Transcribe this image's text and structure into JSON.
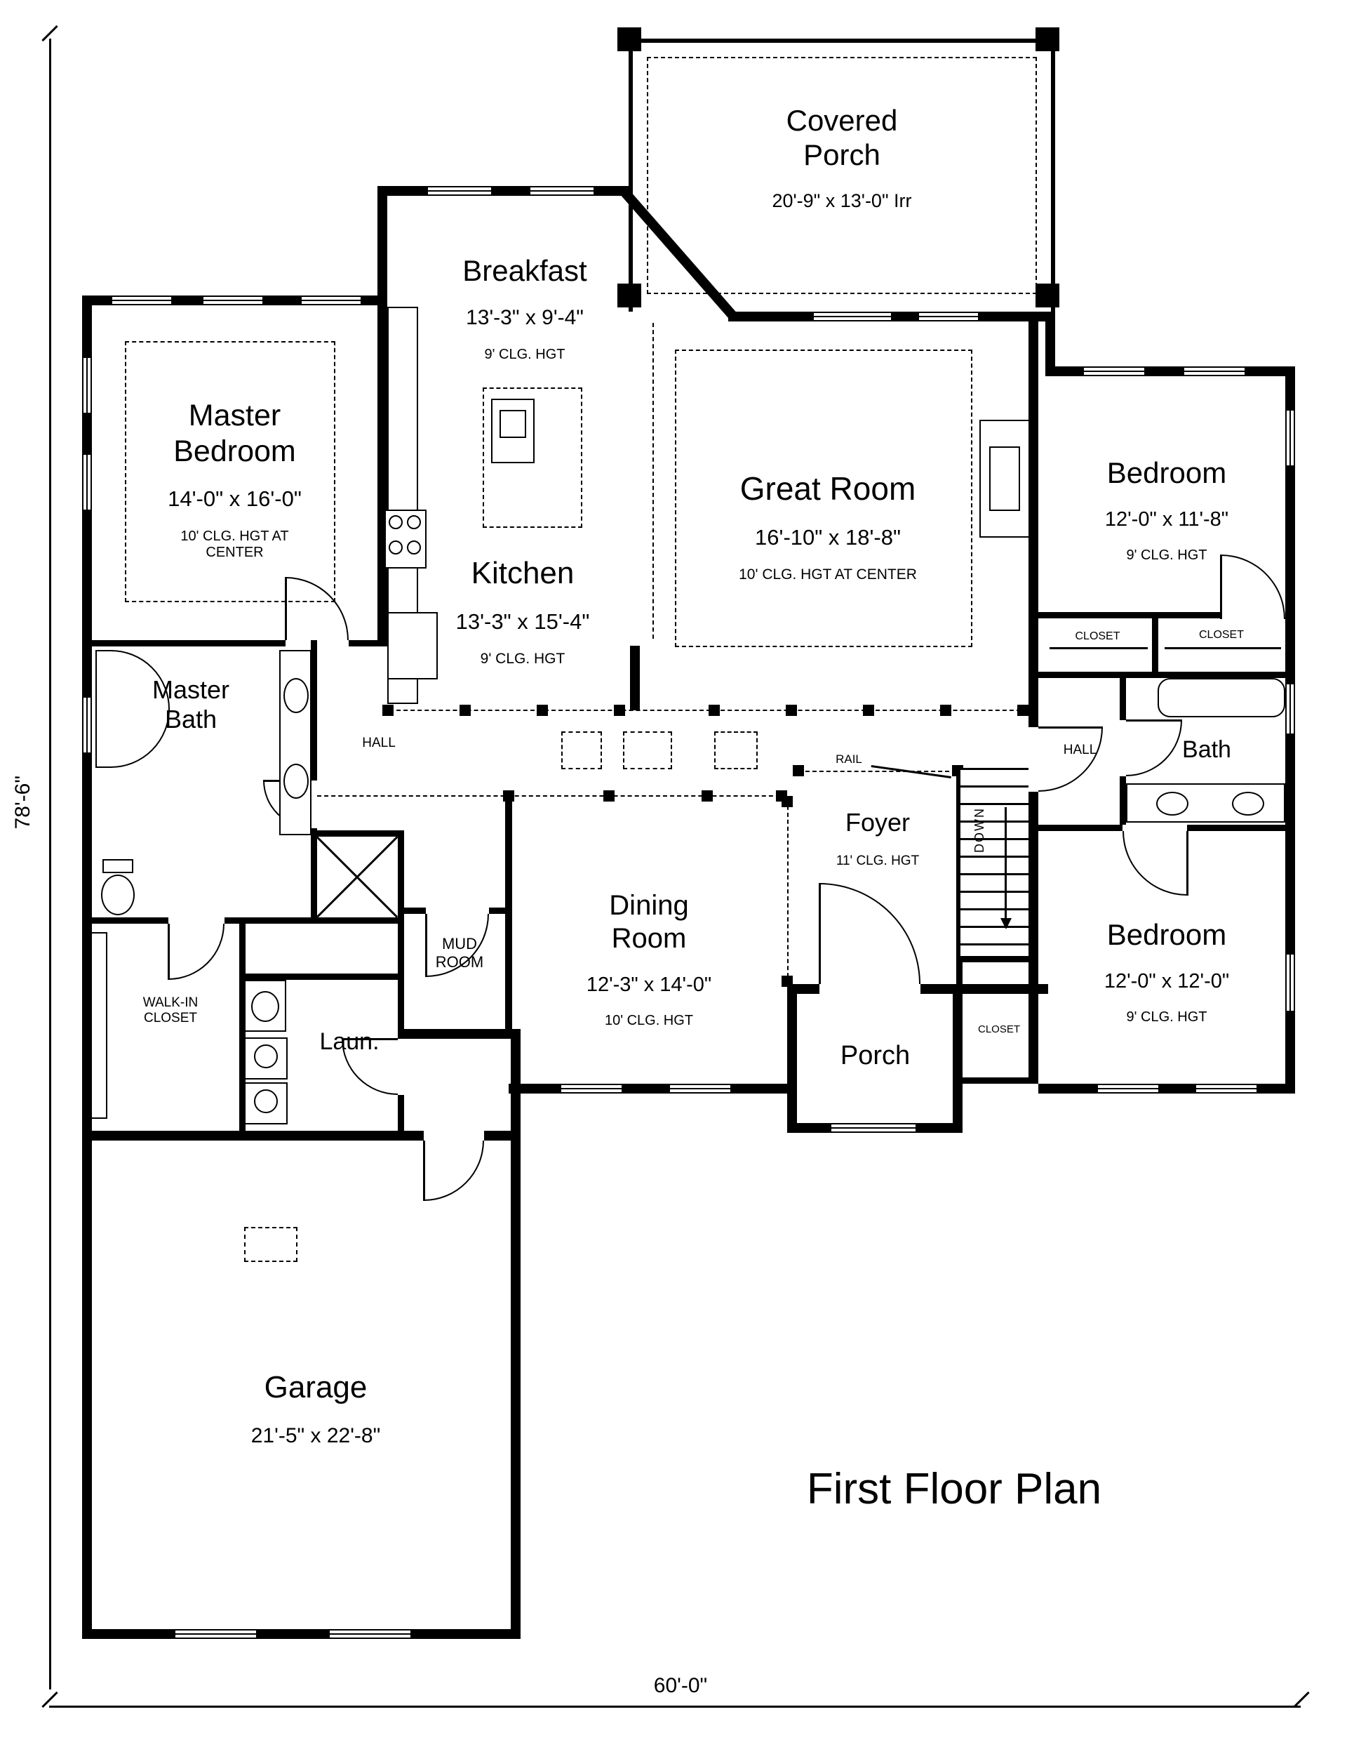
{
  "title": "First Floor Plan",
  "dimensions": {
    "width": "60'-0\"",
    "height": "78'-6\""
  },
  "labels": {
    "rail": "RAIL",
    "down": "DOWN"
  },
  "rooms": {
    "covered_porch": {
      "name": "Covered\nPorch",
      "size": "20'-9\" x 13'-0\" Irr"
    },
    "breakfast": {
      "name": "Breakfast",
      "size": "13'-3\" x 9'-4\"",
      "ceiling": "9' CLG. HGT"
    },
    "master_bedroom": {
      "name": "Master\nBedroom",
      "size": "14'-0\" x 16'-0\"",
      "ceiling": "10' CLG. HGT AT\nCENTER"
    },
    "great_room": {
      "name": "Great Room",
      "size": "16'-10\" x 18'-8\"",
      "ceiling": "10' CLG. HGT  AT CENTER"
    },
    "bedroom_2": {
      "name": "Bedroom",
      "size": "12'-0\" x 11'-8\"",
      "ceiling": "9' CLG. HGT"
    },
    "kitchen": {
      "name": "Kitchen",
      "size": "13'-3\" x 15'-4\"",
      "ceiling": "9' CLG. HGT"
    },
    "master_bath": {
      "name": "Master\nBath"
    },
    "hall_left": {
      "name": "HALL"
    },
    "hall_right": {
      "name": "HALL"
    },
    "closet_1": {
      "name": "CLOSET"
    },
    "closet_2": {
      "name": "CLOSET"
    },
    "closet_3": {
      "name": "CLOSET"
    },
    "bath": {
      "name": "Bath"
    },
    "foyer": {
      "name": "Foyer",
      "ceiling": "11' CLG. HGT"
    },
    "dining_room": {
      "name": "Dining\nRoom",
      "size": "12'-3\" x 14'-0\"",
      "ceiling": "10' CLG. HGT"
    },
    "mud_room": {
      "name": "MUD\nROOM"
    },
    "bedroom_3": {
      "name": "Bedroom",
      "size": "12'-0\" x 12'-0\"",
      "ceiling": "9' CLG. HGT"
    },
    "walk_in_closet": {
      "name": "WALK-IN\nCLOSET"
    },
    "laundry": {
      "name": "Laun."
    },
    "porch": {
      "name": "Porch"
    },
    "garage": {
      "name": "Garage",
      "size": "21'-5\" x 22'-8\""
    }
  },
  "colors": {
    "line": "#000000",
    "background": "#ffffff"
  }
}
